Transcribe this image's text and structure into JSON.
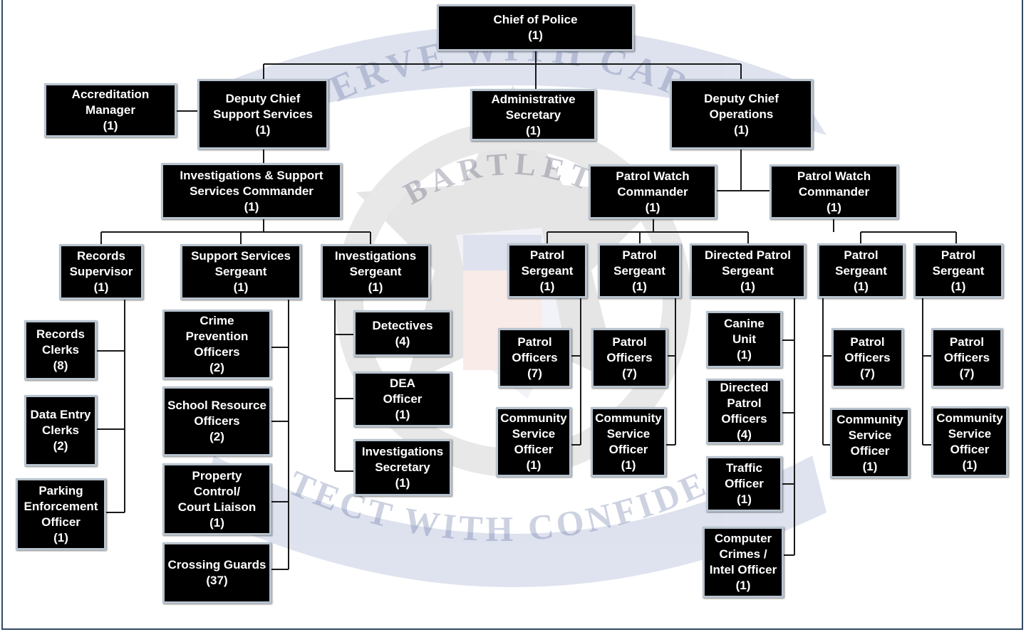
{
  "watermark": {
    "top_text": "SERVE WITH CARE",
    "middle_text": "BARTLETT",
    "bottom_text": "PROTECT WITH CONFIDENCE"
  },
  "nodes": {
    "chief": {
      "title": "Chief of Police",
      "count": "(1)"
    },
    "accreditation": {
      "l1": "Accreditation",
      "l2": "Manager",
      "count": "(1)"
    },
    "dc_support": {
      "l1": "Deputy Chief",
      "l2": "Support Services",
      "count": "(1)"
    },
    "admin_secretary": {
      "l1": "Administrative",
      "l2": "Secretary",
      "count": "(1)"
    },
    "dc_operations": {
      "l1": "Deputy Chief",
      "l2": "Operations",
      "count": "(1)"
    },
    "inv_commander": {
      "l1": "Investigations & Support",
      "l2": "Services Commander",
      "count": "(1)"
    },
    "watch_cmdr_1": {
      "l1": "Patrol Watch",
      "l2": "Commander",
      "count": "(1)"
    },
    "watch_cmdr_2": {
      "l1": "Patrol Watch",
      "l2": "Commander",
      "count": "(1)"
    },
    "records_supervisor": {
      "l1": "Records",
      "l2": "Supervisor",
      "count": "(1)"
    },
    "ss_sergeant": {
      "l1": "Support Services",
      "l2": "Sergeant",
      "count": "(1)"
    },
    "inv_sergeant": {
      "l1": "Investigations",
      "l2": "Sergeant",
      "count": "(1)"
    },
    "patrol_sgt_1": {
      "l1": "Patrol",
      "l2": "Sergeant",
      "count": "(1)"
    },
    "patrol_sgt_2": {
      "l1": "Patrol",
      "l2": "Sergeant",
      "count": "(1)"
    },
    "directed_sgt": {
      "l1": "Directed Patrol",
      "l2": "Sergeant",
      "count": "(1)"
    },
    "patrol_sgt_3": {
      "l1": "Patrol",
      "l2": "Sergeant",
      "count": "(1)"
    },
    "patrol_sgt_4": {
      "l1": "Patrol",
      "l2": "Sergeant",
      "count": "(1)"
    },
    "records_clerks": {
      "l1": "Records",
      "l2": "Clerks",
      "count": "(8)"
    },
    "data_entry": {
      "l1": "Data Entry",
      "l2": "Clerks",
      "count": "(2)"
    },
    "parking": {
      "l1": "Parking",
      "l2": "Enforcement",
      "l3": "Officer",
      "count": "(1)"
    },
    "crime_prevention": {
      "l1": "Crime",
      "l2": "Prevention",
      "l3": "Officers",
      "count": "(2)"
    },
    "sro": {
      "l1": "School Resource",
      "l2": "Officers",
      "count": "(2)"
    },
    "property": {
      "l1": "Property",
      "l2": "Control/",
      "l3": "Court Liaison",
      "count": "(1)"
    },
    "crossing": {
      "l1": "Crossing Guards",
      "count": "(37)"
    },
    "detectives": {
      "l1": "Detectives",
      "count": "(4)"
    },
    "dea": {
      "l1": "DEA",
      "l2": "Officer",
      "count": "(1)"
    },
    "inv_secretary": {
      "l1": "Investigations",
      "l2": "Secretary",
      "count": "(1)"
    },
    "patrol_off_1": {
      "l1": "Patrol",
      "l2": "Officers",
      "count": "(7)"
    },
    "cso_1": {
      "l1": "Community",
      "l2": "Service",
      "l3": "Officer",
      "count": "(1)"
    },
    "patrol_off_2": {
      "l1": "Patrol",
      "l2": "Officers",
      "count": "(7)"
    },
    "cso_2": {
      "l1": "Community",
      "l2": "Service",
      "l3": "Officer",
      "count": "(1)"
    },
    "canine": {
      "l1": "Canine",
      "l2": "Unit",
      "count": "(1)"
    },
    "directed_officers": {
      "l1": "Directed",
      "l2": "Patrol",
      "l3": "Officers",
      "count": "(4)"
    },
    "traffic": {
      "l1": "Traffic",
      "l2": "Officer",
      "count": "(1)"
    },
    "computer_crimes": {
      "l1": "Computer",
      "l2": "Crimes /",
      "l3": "Intel Officer",
      "count": "(1)"
    },
    "patrol_off_3": {
      "l1": "Patrol",
      "l2": "Officers",
      "count": "(7)"
    },
    "cso_3": {
      "l1": "Community",
      "l2": "Service",
      "l3": "Officer",
      "count": "(1)"
    },
    "patrol_off_4": {
      "l1": "Patrol",
      "l2": "Officers",
      "count": "(7)"
    },
    "cso_4": {
      "l1": "Community",
      "l2": "Service",
      "l3": "Officer",
      "count": "(1)"
    }
  }
}
